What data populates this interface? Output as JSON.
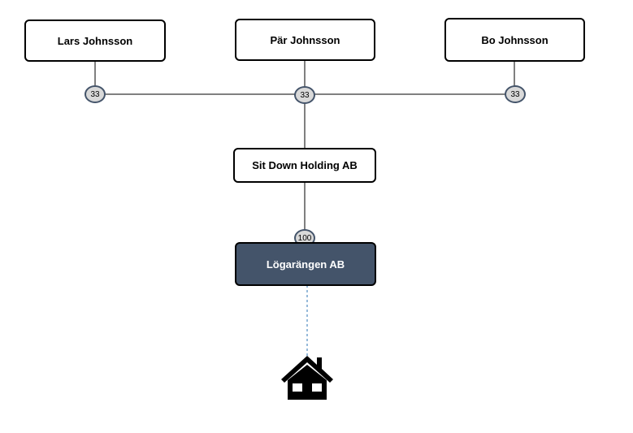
{
  "owners": [
    {
      "name": "Lars Johnsson",
      "share": "33"
    },
    {
      "name": "Pär Johnsson",
      "share": "33"
    },
    {
      "name": "Bo Johnsson",
      "share": "33"
    }
  ],
  "holding": {
    "name": "Sit Down Holding AB",
    "share": "100"
  },
  "subsidiary": {
    "name": "Lögarängen AB"
  },
  "property": {
    "icon": "house-icon"
  },
  "colors": {
    "dark_box": "#44546a",
    "badge_fill": "#d9d9d9",
    "badge_border": "#44546a",
    "dashed_line": "#2e75b6"
  }
}
